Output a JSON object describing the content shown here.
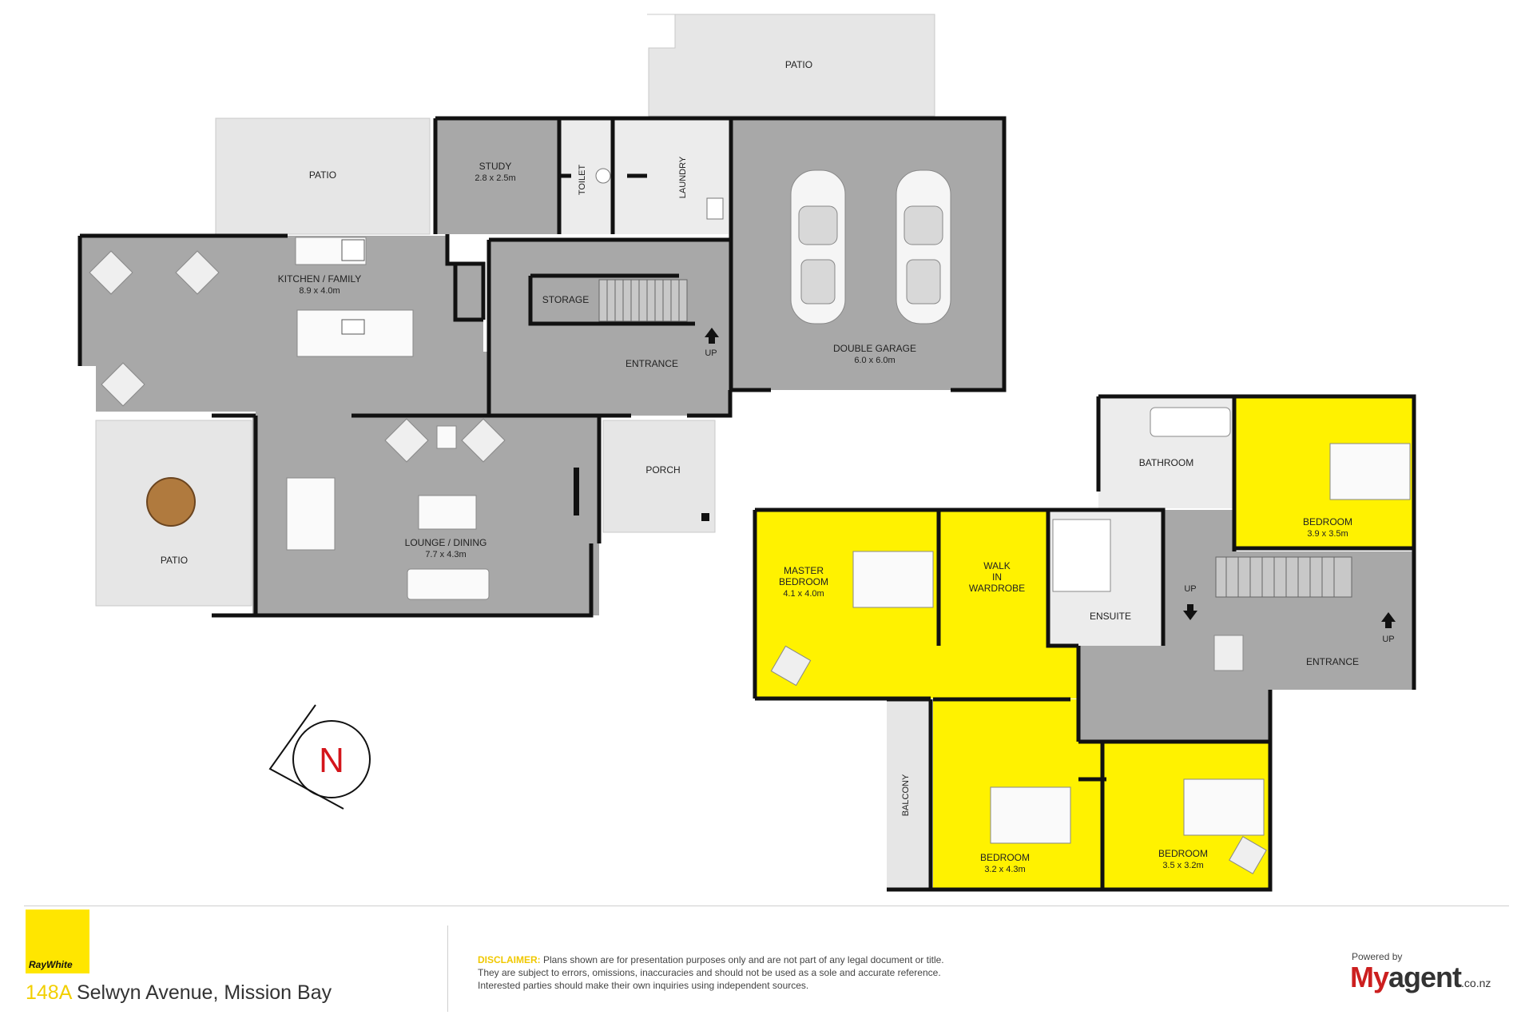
{
  "rooms": {
    "patio_top": "PATIO",
    "patio_left": "PATIO",
    "patio_bottom": "PATIO",
    "study": "STUDY",
    "study_size": "2.8 x 2.5m",
    "toilet": "TOILET",
    "laundry": "LAUNDRY",
    "kitchen": "KITCHEN / FAMILY",
    "kitchen_size": "8.9 x 4.0m",
    "storage": "STORAGE",
    "entrance_ground": "ENTRANCE",
    "up_ground": "UP",
    "double_garage": "DOUBLE GARAGE",
    "garage_size": "6.0 x 6.0m",
    "porch": "PORCH",
    "lounge": "LOUNGE /  DINING",
    "lounge_size": "7.7 x 4.3m",
    "bathroom": "BATHROOM",
    "bedroom_ne": "BEDROOM",
    "bedroom_ne_size": "3.9 x 3.5m",
    "master_1": "MASTER",
    "master_2": "BEDROOM",
    "master_size": "4.1 x 4.0m",
    "walkin_1": "WALK",
    "walkin_2": "IN",
    "walkin_3": "WARDROBE",
    "ensuite": "ENSUITE",
    "up_upper_1": "UP",
    "up_upper_2": "UP",
    "entrance_upper": "ENTRANCE",
    "balcony": "BALCONY",
    "bedroom_sw": "BEDROOM",
    "bedroom_sw_size": "3.2 x 4.3m",
    "bedroom_se": "BEDROOM",
    "bedroom_se_size": "3.5 x 3.2m"
  },
  "compass": {
    "label": "N"
  },
  "footer": {
    "brand": "RayWhite",
    "address_number": "148A",
    "address_rest": " Selwyn Avenue, Mission Bay",
    "disclaimer_head": "DISCLAIMER:",
    "disclaimer_1": " Plans shown are for presentation purposes only and are not part of any legal document or title.",
    "disclaimer_2": "They are subject to errors, omissions, inaccuracies and should not be used as a sole and accurate reference.",
    "disclaimer_3": "Interested parties should make their own inquiries using independent sources.",
    "powered": "Powered by",
    "myagent_my": "My",
    "myagent_agent": "agent",
    "myagent_tld": ".co.nz"
  },
  "colors": {
    "room_grey": "#a8a8a8",
    "patio_grey": "#e6e6e6",
    "bedroom_yellow": "#fff200",
    "wall": "#111111",
    "brand_yellow": "#ffe600",
    "agent_red": "#cc1f1f"
  }
}
